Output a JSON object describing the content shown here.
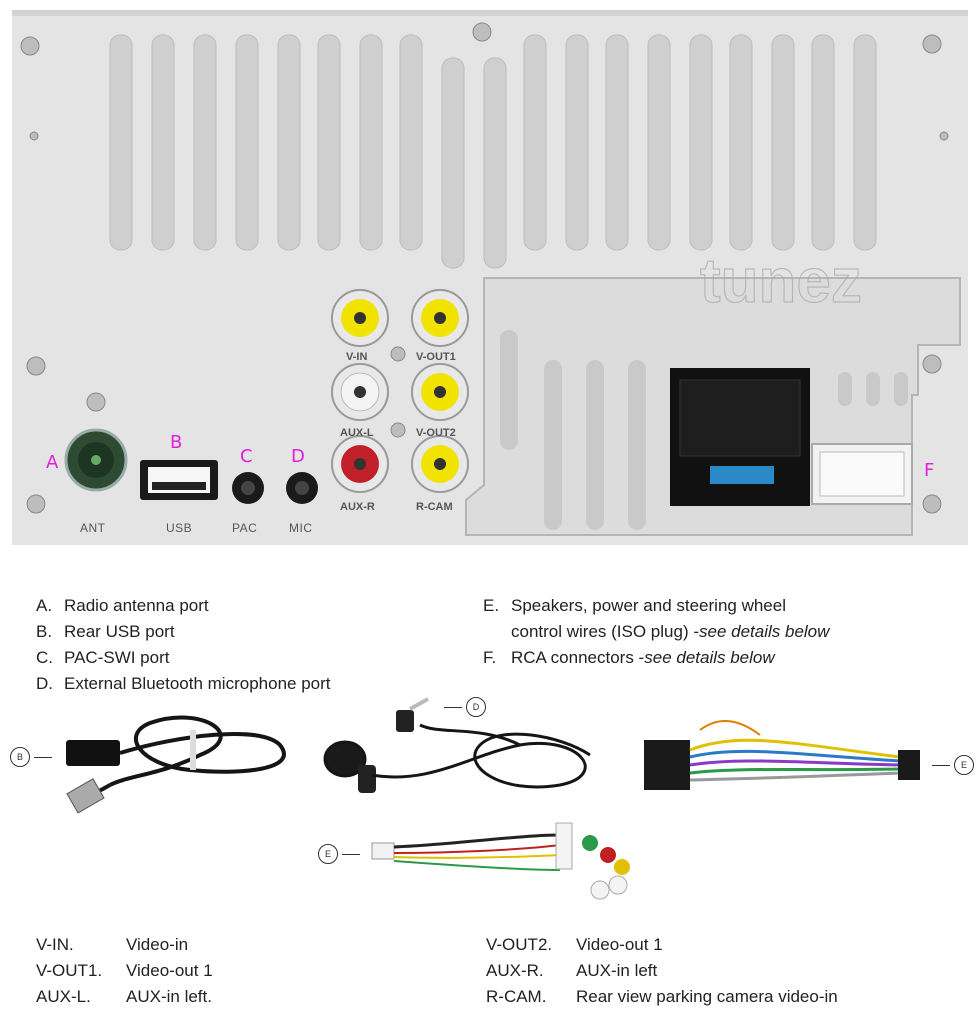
{
  "panel": {
    "markers": [
      "A",
      "B",
      "C",
      "D",
      "E",
      "F"
    ],
    "port_labels": {
      "ant": "ANT",
      "usb": "USB",
      "pac": "PAC",
      "mic": "MIC"
    },
    "rca_labels": [
      "V-IN",
      "V-OUT1",
      "AUX-L",
      "V-OUT2",
      "AUX-R",
      "R-CAM"
    ],
    "watermark": "tunez"
  },
  "legend_left": [
    {
      "letter": "A.",
      "text": "Radio antenna port"
    },
    {
      "letter": "B.",
      "text": "Rear USB port"
    },
    {
      "letter": "C.",
      "text": "PAC-SWI port"
    },
    {
      "letter": "D.",
      "text": "External Bluetooth microphone port"
    }
  ],
  "legend_right": {
    "e_letter": "E.",
    "e_line1": "Speakers, power and steering wheel",
    "e_line2": "control wires (ISO plug) - ",
    "e_line2_em": "see details below",
    "f_letter": "F.",
    "f_text": "RCA connectors - ",
    "f_text_em": "see details below"
  },
  "callouts": {
    "usb_cable": "B",
    "microphone": "D",
    "iso_harness": "E",
    "rca_harness": "E"
  },
  "bottom_left": [
    {
      "key": "V-IN.",
      "value": "Video-in"
    },
    {
      "key": "V-OUT1.",
      "value": "Video-out 1"
    },
    {
      "key": "AUX-L.",
      "value": "AUX-in left."
    }
  ],
  "bottom_right": [
    {
      "key": "V-OUT2.",
      "value": "Video-out 1"
    },
    {
      "key": "AUX-R.",
      "value": "AUX-in left"
    },
    {
      "key": "R-CAM.",
      "value": "Rear view parking camera video-in"
    }
  ],
  "colors": {
    "marker": "#e020e0",
    "panel": "#e4e4e4",
    "rca_yellow": "#f2e200",
    "rca_red": "#c0202a"
  }
}
